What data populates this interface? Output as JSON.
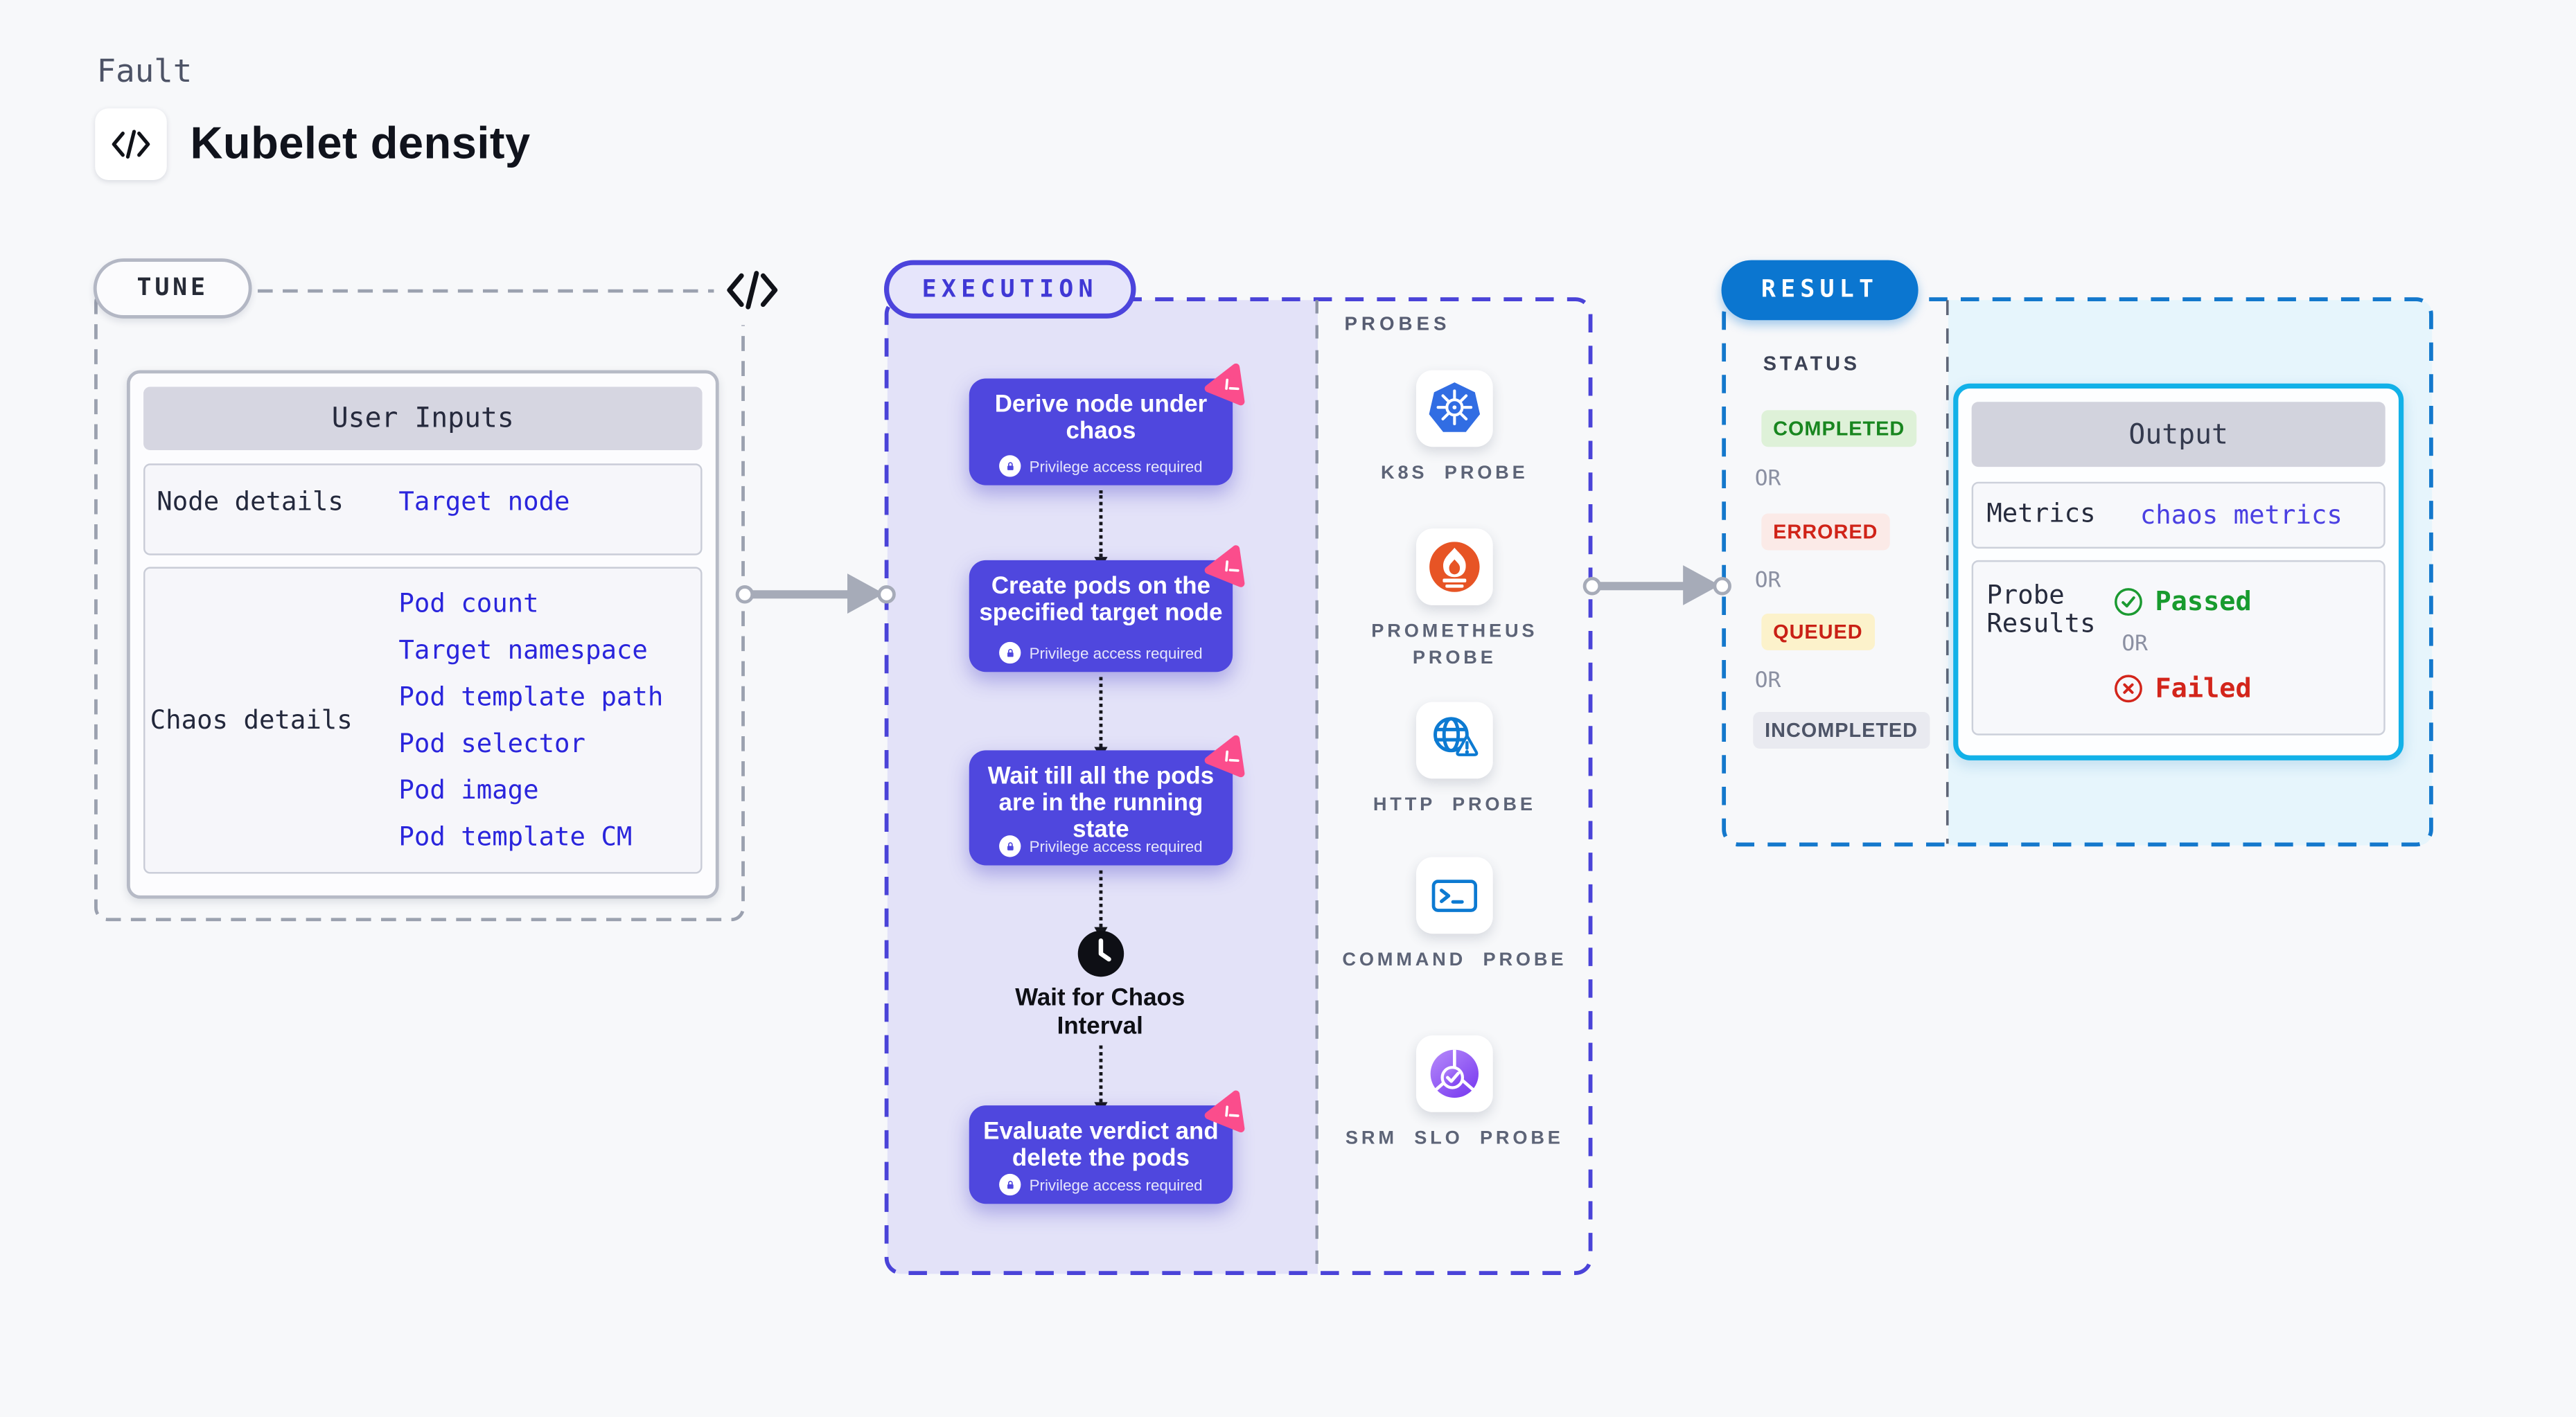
{
  "header": {
    "category": "Fault",
    "title": "Kubelet density",
    "code_icon": "code-brackets"
  },
  "tune": {
    "badge": "TUNE",
    "table": {
      "header": "User Inputs",
      "rows": [
        {
          "label": "Node details",
          "values": [
            "Target node"
          ]
        },
        {
          "label": "Chaos details",
          "values": [
            "Pod count",
            "Target namespace",
            "Pod template path",
            "Pod selector",
            "Pod image",
            "Pod template CM"
          ]
        }
      ]
    }
  },
  "execution": {
    "badge": "EXECUTION",
    "steps": [
      {
        "title": "Derive node under chaos",
        "note": "Privilege access required"
      },
      {
        "title": "Create pods on the specified target node",
        "note": "Privilege access required"
      },
      {
        "title": "Wait till all the pods are in the running state",
        "note": "Privilege access required"
      },
      {
        "title": "Evaluate verdict and delete the pods",
        "note": "Privilege access required"
      }
    ],
    "wait_label": "Wait for Chaos Interval"
  },
  "probes": {
    "heading": "PROBES",
    "items": [
      {
        "label": "K8S PROBE",
        "icon": "kubernetes-icon"
      },
      {
        "label": "PROMETHEUS PROBE",
        "icon": "prometheus-icon"
      },
      {
        "label": "HTTP PROBE",
        "icon": "globe-warning-icon"
      },
      {
        "label": "COMMAND PROBE",
        "icon": "terminal-icon"
      },
      {
        "label": "SRM SLO PROBE",
        "icon": "slo-gauge-icon"
      }
    ]
  },
  "result": {
    "badge": "RESULT",
    "status": {
      "heading": "STATUS",
      "or": "OR",
      "badges": [
        {
          "label": "COMPLETED",
          "fg": "#18861f",
          "bg": "#def1d8"
        },
        {
          "label": "ERRORED",
          "fg": "#d02318",
          "bg": "#fbeae7"
        },
        {
          "label": "QUEUED",
          "fg": "#c92015",
          "bg": "#fcf2cb"
        },
        {
          "label": "INCOMPLETED",
          "fg": "#4d5467",
          "bg": "#e9eaf0"
        }
      ]
    },
    "output": {
      "header": "Output",
      "metrics_label": "Metrics",
      "metrics_value": "chaos metrics",
      "probe_label": "Probe Results",
      "passed": "Passed",
      "or": "OR",
      "failed": "Failed"
    }
  },
  "colors": {
    "accent_indigo": "#4f47de",
    "link_blue": "#2a25dc",
    "result_blue": "#0b76d0",
    "cyan_border": "#12b1e8",
    "pink_flag": "#fb4d8c",
    "passed_green": "#189b2e",
    "failed_red": "#d3251b",
    "kubernetes_blue": "#316de3",
    "prometheus_orange": "#e75425",
    "srm_purple": "#7a3cf0"
  }
}
